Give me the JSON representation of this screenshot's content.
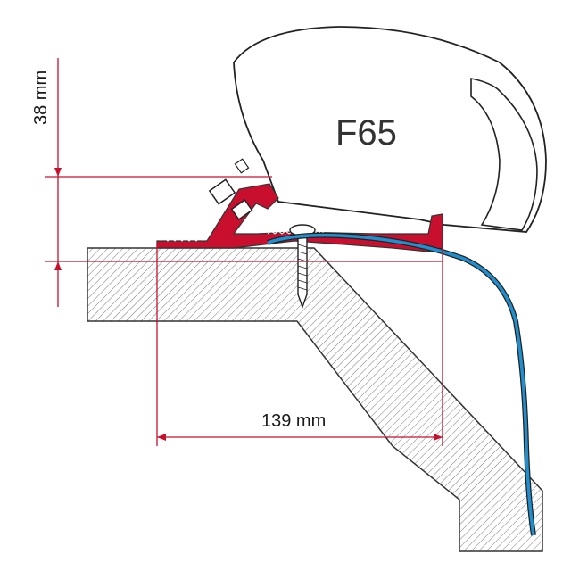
{
  "diagram": {
    "model_label": "F65",
    "dimension_height": "38 mm",
    "dimension_width": "139 mm"
  },
  "colors": {
    "bracket": "#c8102e",
    "strip": "#1f8fd0",
    "dimension": "#c8102e",
    "outline": "#222222",
    "hatch": "#777777",
    "awning_fill": "#ffffff"
  },
  "icons": [
    "screw-icon",
    "bolt-icon"
  ]
}
